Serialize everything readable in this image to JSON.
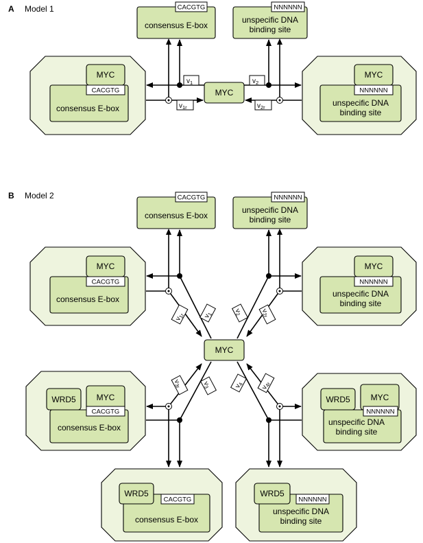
{
  "panels": {
    "a": {
      "letter": "A",
      "title": "Model 1"
    },
    "b": {
      "letter": "B",
      "title": "Model 2"
    }
  },
  "labels": {
    "myc": "MYC",
    "wrd5": "WRD5",
    "consensus": "consensus E-box",
    "unspecific_1": "unspecific DNA",
    "unspecific_2": "binding site",
    "cacgtg": "CACGTG",
    "nnnnnn": "NNNNNN"
  },
  "rates": {
    "v": "v",
    "s1": "1",
    "s1r": "1r",
    "s2": "2",
    "s2r": "2r",
    "s3": "3",
    "s3r": "3r",
    "s4": "4",
    "s4r": "4r"
  },
  "colors": {
    "box_fill": "#d6e6b0",
    "complex_fill": "#eef4de",
    "line": "#000000"
  }
}
